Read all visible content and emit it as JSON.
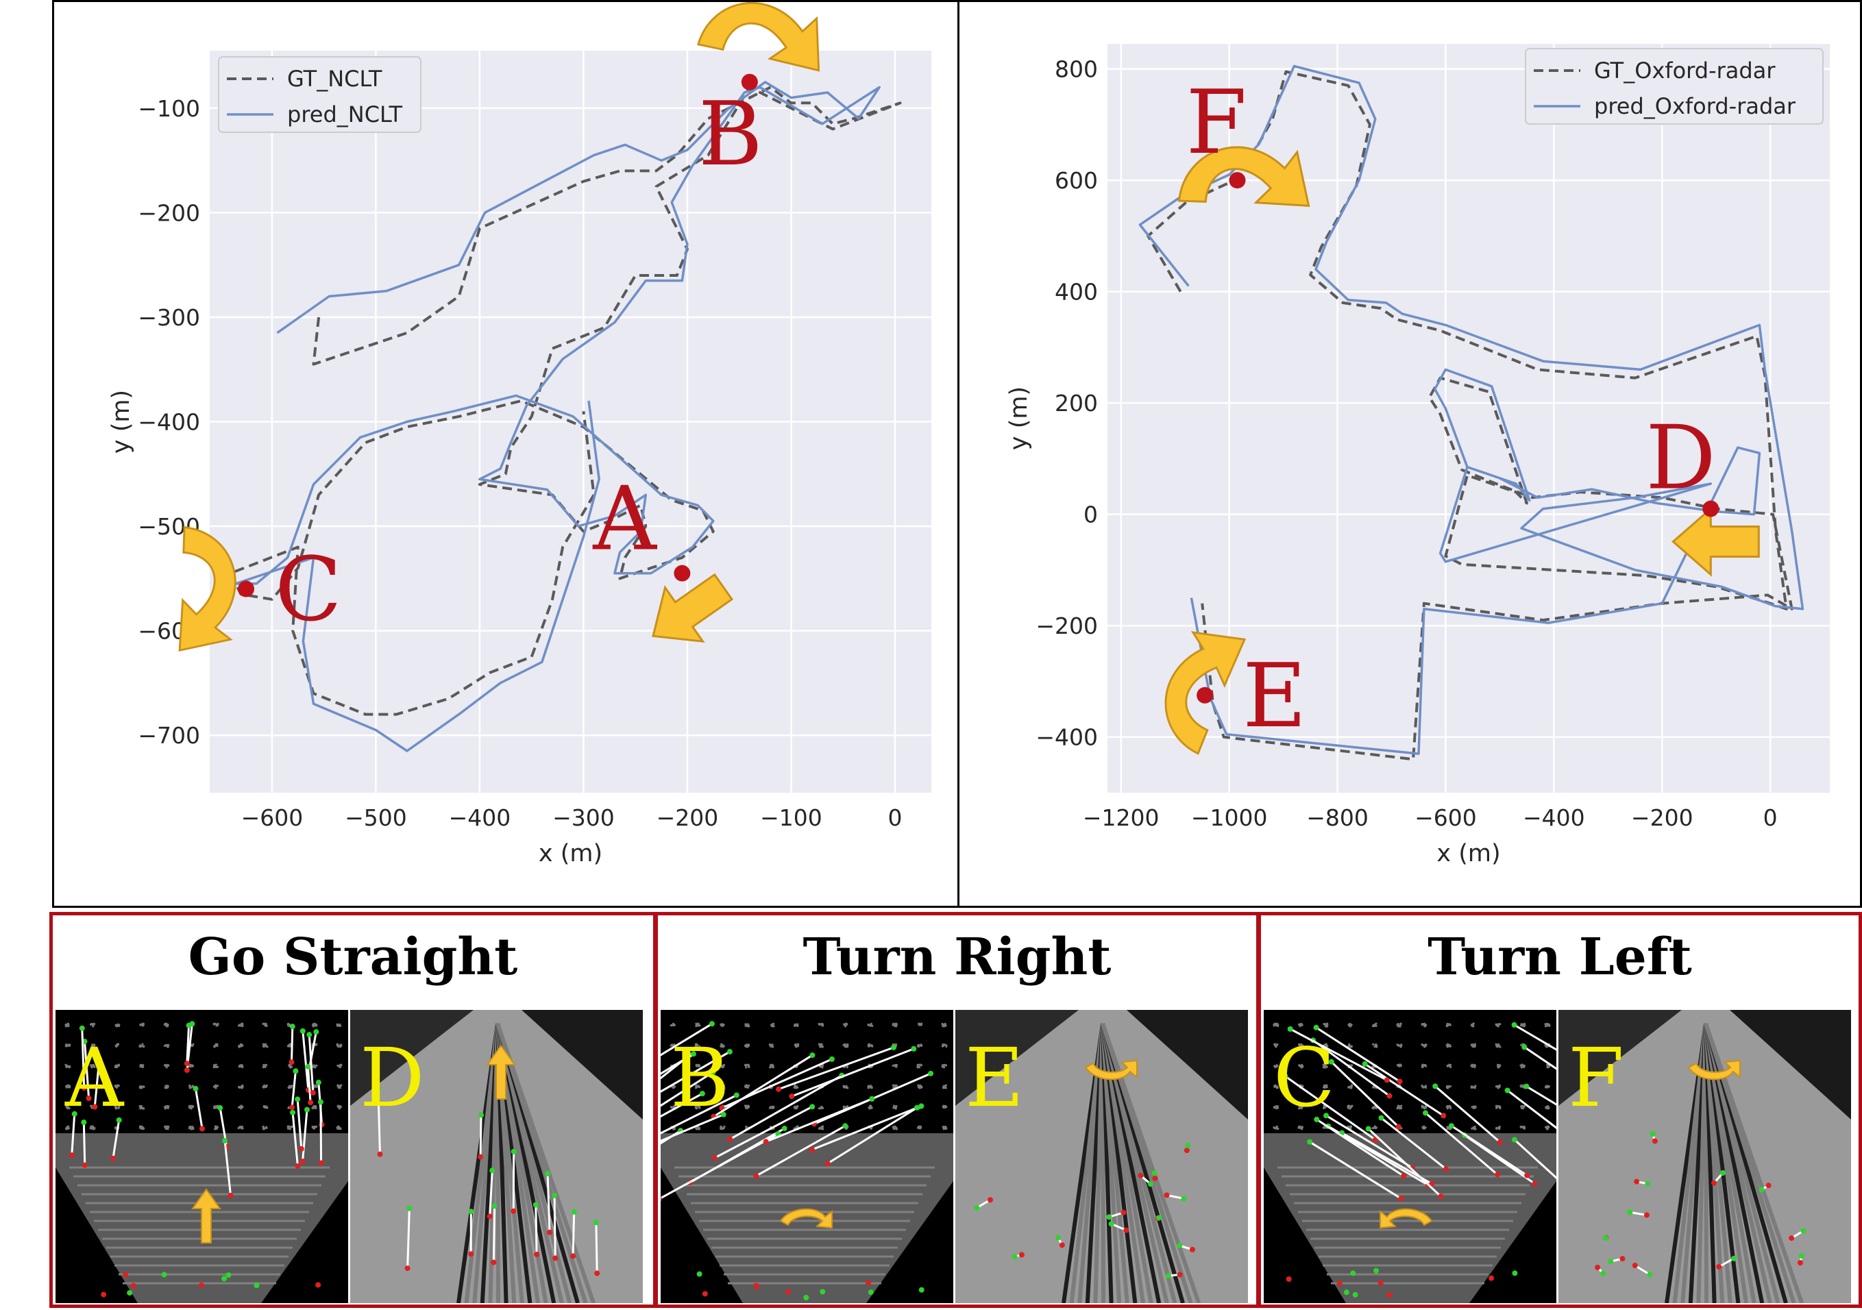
{
  "chart_data": [
    {
      "type": "line",
      "title": "",
      "xlabel": "x (m)",
      "ylabel": "y (m)",
      "xlim": [
        -660,
        35
      ],
      "ylim": [
        -755,
        -45
      ],
      "xticks": [
        -600,
        -500,
        -400,
        -300,
        -200,
        -100,
        0
      ],
      "yticks": [
        -100,
        -200,
        -300,
        -400,
        -500,
        -600,
        -700
      ],
      "xtick_labels": [
        "−600",
        "−500",
        "−400",
        "−300",
        "−200",
        "−100",
        "0"
      ],
      "ytick_labels": [
        "−100",
        "−200",
        "−300",
        "−400",
        "−500",
        "−600",
        "−700"
      ],
      "grid": true,
      "legend_position": "top-left",
      "series": [
        {
          "name": "GT_NCLT",
          "style": "dashed",
          "color": "#5a5a5a",
          "x": [
            -555,
            -560,
            -470,
            -420,
            -400,
            -300,
            -265,
            -230,
            -210,
            -180,
            -120,
            -100,
            -80,
            -60,
            -40,
            5,
            -60,
            -120,
            -140,
            -180,
            -230,
            -200,
            -210,
            -250,
            -280,
            -330,
            -350,
            -370,
            -375,
            -400,
            -330,
            -300,
            -275,
            -245,
            -240,
            -260,
            -265,
            -235,
            -205,
            -175,
            -185,
            -215,
            -300,
            -360,
            -420,
            -470,
            -510,
            -555,
            -575,
            -600,
            -630,
            -640,
            -575,
            -580,
            -560,
            -510,
            -480,
            -430,
            -390,
            -350,
            -330,
            -320,
            -290,
            -300
          ],
          "y": [
            -300,
            -345,
            -315,
            -280,
            -215,
            -170,
            -160,
            -160,
            -145,
            -110,
            -80,
            -95,
            -95,
            -115,
            -110,
            -95,
            -120,
            -90,
            -80,
            -145,
            -175,
            -235,
            -260,
            -260,
            -310,
            -330,
            -395,
            -425,
            -450,
            -460,
            -470,
            -505,
            -495,
            -480,
            -500,
            -530,
            -550,
            -540,
            -530,
            -505,
            -485,
            -475,
            -405,
            -380,
            -395,
            -405,
            -420,
            -470,
            -540,
            -570,
            -565,
            -545,
            -520,
            -600,
            -660,
            -680,
            -680,
            -665,
            -640,
            -625,
            -570,
            -520,
            -470,
            -390
          ]
        },
        {
          "name": "pred_NCLT",
          "style": "solid",
          "color": "#6f8fc6",
          "x": [
            -595,
            -545,
            -490,
            -420,
            -395,
            -290,
            -260,
            -225,
            -200,
            -160,
            -125,
            -100,
            -65,
            -35,
            -15,
            -70,
            -130,
            -145,
            -195,
            -215,
            -200,
            -205,
            -240,
            -270,
            -320,
            -355,
            -370,
            -380,
            -400,
            -335,
            -305,
            -270,
            -240,
            -245,
            -265,
            -270,
            -235,
            -195,
            -175,
            -190,
            -225,
            -310,
            -365,
            -425,
            -470,
            -515,
            -560,
            -585,
            -615,
            -635,
            -560,
            -570,
            -560,
            -500,
            -470,
            -420,
            -380,
            -340,
            -320,
            -300,
            -285,
            -295
          ],
          "y": [
            -315,
            -280,
            -275,
            -250,
            -200,
            -145,
            -135,
            -150,
            -140,
            -100,
            -75,
            -90,
            -85,
            -110,
            -80,
            -115,
            -80,
            -85,
            -155,
            -190,
            -230,
            -265,
            -265,
            -305,
            -340,
            -385,
            -420,
            -445,
            -455,
            -465,
            -500,
            -490,
            -470,
            -505,
            -525,
            -545,
            -545,
            -520,
            -495,
            -480,
            -470,
            -395,
            -375,
            -390,
            -400,
            -415,
            -460,
            -530,
            -555,
            -555,
            -530,
            -610,
            -670,
            -695,
            -715,
            -680,
            -650,
            -630,
            -570,
            -510,
            -455,
            -380
          ]
        }
      ],
      "annotations": [
        {
          "label": "A",
          "point": [
            -205,
            -545
          ],
          "arrow": "straight"
        },
        {
          "label": "B",
          "point": [
            -140,
            -75
          ],
          "arrow": "turn-right"
        },
        {
          "label": "C",
          "point": [
            -625,
            -560
          ],
          "arrow": "turn-left"
        }
      ]
    },
    {
      "type": "line",
      "title": "",
      "xlabel": "x (m)",
      "ylabel": "y (m)",
      "xlim": [
        -1225,
        110
      ],
      "ylim": [
        -500,
        845
      ],
      "xticks": [
        -1200,
        -1000,
        -800,
        -600,
        -400,
        -200,
        0
      ],
      "yticks": [
        800,
        600,
        400,
        200,
        0,
        -200,
        -400
      ],
      "xtick_labels": [
        "−1200",
        "−1000",
        "−800",
        "−600",
        "−400",
        "−200",
        "0"
      ],
      "ytick_labels": [
        "800",
        "600",
        "400",
        "200",
        "0",
        "−200",
        "−400"
      ],
      "grid": true,
      "legend_position": "top-right",
      "series": [
        {
          "name": "GT_Oxford-radar",
          "style": "dashed",
          "color": "#5a5a5a",
          "x": [
            -1090,
            -1150,
            -1080,
            -990,
            -960,
            -920,
            -895,
            -780,
            -740,
            -765,
            -830,
            -850,
            -790,
            -720,
            -690,
            -610,
            -430,
            -250,
            -25,
            -10,
            10,
            30,
            0,
            -100,
            -230,
            -570,
            -600,
            -560,
            -470,
            -450,
            -520,
            -610,
            -630,
            -610,
            -570,
            -520,
            -440,
            -350,
            -200,
            -100,
            5,
            40,
            -5,
            -200,
            -420,
            -640,
            -660,
            -1010,
            -1030,
            -1050
          ],
          "y": [
            400,
            500,
            560,
            600,
            640,
            710,
            795,
            770,
            700,
            590,
            480,
            430,
            380,
            370,
            350,
            330,
            260,
            245,
            320,
            250,
            -30,
            -170,
            -160,
            -130,
            -110,
            -90,
            -75,
            70,
            40,
            20,
            220,
            245,
            210,
            180,
            80,
            60,
            30,
            40,
            30,
            10,
            0,
            -170,
            -145,
            -160,
            -190,
            -160,
            -440,
            -400,
            -340,
            -160
          ]
        },
        {
          "name": "pred_Oxford-radar",
          "style": "solid",
          "color": "#6f8fc6",
          "x": [
            -1075,
            -1165,
            -1090,
            -1000,
            -945,
            -915,
            -880,
            -760,
            -730,
            -760,
            -820,
            -840,
            -780,
            -710,
            -680,
            -600,
            -420,
            -240,
            -20,
            -10,
            40,
            60,
            10,
            -90,
            -250,
            -460,
            -420,
            -250,
            -110,
            -600,
            -610,
            -560,
            -470,
            -445,
            -515,
            -600,
            -620,
            -600,
            -560,
            -500,
            -430,
            -330,
            -210,
            -100,
            -30,
            -20,
            -60,
            -200,
            -410,
            -640,
            -650,
            -1005,
            -1035,
            -1070
          ],
          "y": [
            410,
            520,
            570,
            610,
            665,
            730,
            805,
            775,
            710,
            600,
            490,
            440,
            385,
            380,
            360,
            340,
            275,
            260,
            340,
            260,
            -30,
            -170,
            -165,
            -130,
            -100,
            -25,
            10,
            30,
            55,
            -85,
            -70,
            85,
            55,
            25,
            230,
            260,
            225,
            190,
            85,
            65,
            30,
            45,
            20,
            5,
            0,
            110,
            120,
            -160,
            -195,
            -170,
            -430,
            -395,
            -330,
            -150
          ]
        }
      ],
      "annotations": [
        {
          "label": "D",
          "point": [
            -110,
            10
          ],
          "arrow": "straight"
        },
        {
          "label": "E",
          "point": [
            -1045,
            -325
          ],
          "arrow": "turn-left"
        },
        {
          "label": "F",
          "point": [
            -985,
            600
          ],
          "arrow": "turn-right"
        }
      ]
    }
  ],
  "bottom_panels": [
    {
      "title": "Go Straight",
      "left_label": "A",
      "right_label": "D"
    },
    {
      "title": "Turn Right",
      "left_label": "B",
      "right_label": "E"
    },
    {
      "title": "Turn Left",
      "left_label": "C",
      "right_label": "F"
    }
  ],
  "colors": {
    "gt_line": "#5a5a5a",
    "pred_line": "#6f8fc6",
    "marker": "#c0121b",
    "arrow_fill": "#f9c02f",
    "arrow_stroke": "#c8901a",
    "frame_border": "#b00d17",
    "thumb_label": "#f4f000",
    "plot_bg": "#eaeaf2"
  }
}
